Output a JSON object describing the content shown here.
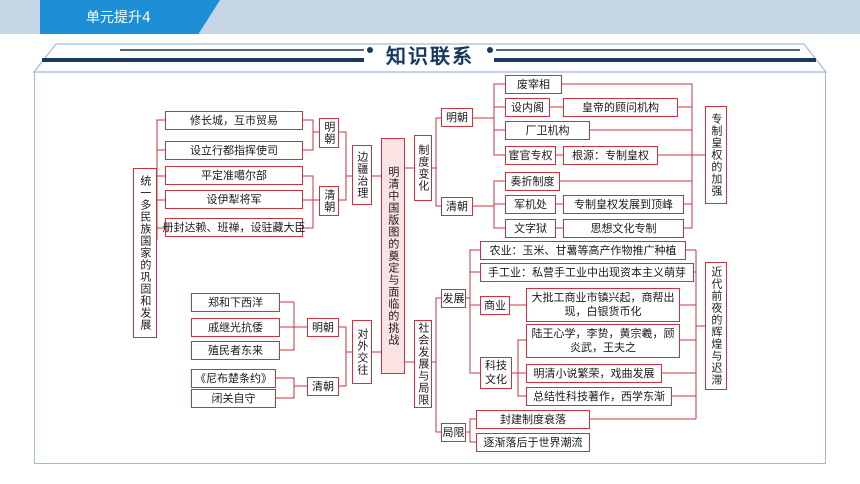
{
  "header": {
    "tab_label": "单元提升4",
    "title": "知识联系"
  },
  "map": {
    "root": "统一多民族国家的巩固和发展",
    "center": "明清中国版图的奠定与面临的挑战",
    "left_top": {
      "hub": "边疆治理",
      "ming": "明朝",
      "qing": "清朝",
      "ming_items": [
        "修长城，互市贸易",
        "设立行都指挥使司"
      ],
      "qing_items": [
        "平定准噶尔部",
        "设伊犁将军",
        "册封达赖、班禅，设驻藏大臣"
      ]
    },
    "left_bottom": {
      "hub": "对外交往",
      "ming": "明朝",
      "qing": "清朝",
      "ming_items": [
        "郑和下西洋",
        "戚继光抗倭",
        "殖民者东来"
      ],
      "qing_items": [
        "《尼布楚条约》",
        "闭关自守"
      ]
    },
    "right_top": {
      "hub": "制度变化",
      "ming": "明朝",
      "qing": "清朝",
      "ming_items": [
        "废宰相",
        "设内阁",
        "厂卫机构",
        "宦官专权"
      ],
      "ming_details": {
        "neige": "皇帝的顾问机构",
        "huanguan": "根源：专制皇权"
      },
      "qing_items": [
        "奏折制度",
        "军机处",
        "文字狱"
      ],
      "qing_details": {
        "junjichu": "专制皇权发展到顶峰",
        "wenziyu": "思想文化专制"
      },
      "summary": "专制皇权的加强"
    },
    "right_bottom": {
      "hub": "社会发展与局限",
      "fazhan": "发展",
      "juxian": "局限",
      "agri": "农业：玉米、甘薯等高产作物推广种植",
      "craft": "手工业：私营手工业中出现资本主义萌芽",
      "commerce": "商业",
      "commerce_detail": "大批工商业市镇兴起，商帮出现，白银货币化",
      "scitech": "科技文化",
      "scitech_items": [
        "陆王心学，李贽，黄宗羲，顾炎武，王夫之",
        "明清小说繁荣，戏曲发展",
        "总结性科技著作，西学东渐"
      ],
      "limits": [
        "封建制度衰落",
        "逐渐落后于世界潮流"
      ],
      "summary": "近代前夜的辉煌与迟滞"
    }
  },
  "colors": {
    "tab": "#1c8fd6",
    "topbar": "#c5d5e6",
    "title": "#17395f",
    "line": "#c9343f",
    "center_fill": "#fbe3e4"
  }
}
